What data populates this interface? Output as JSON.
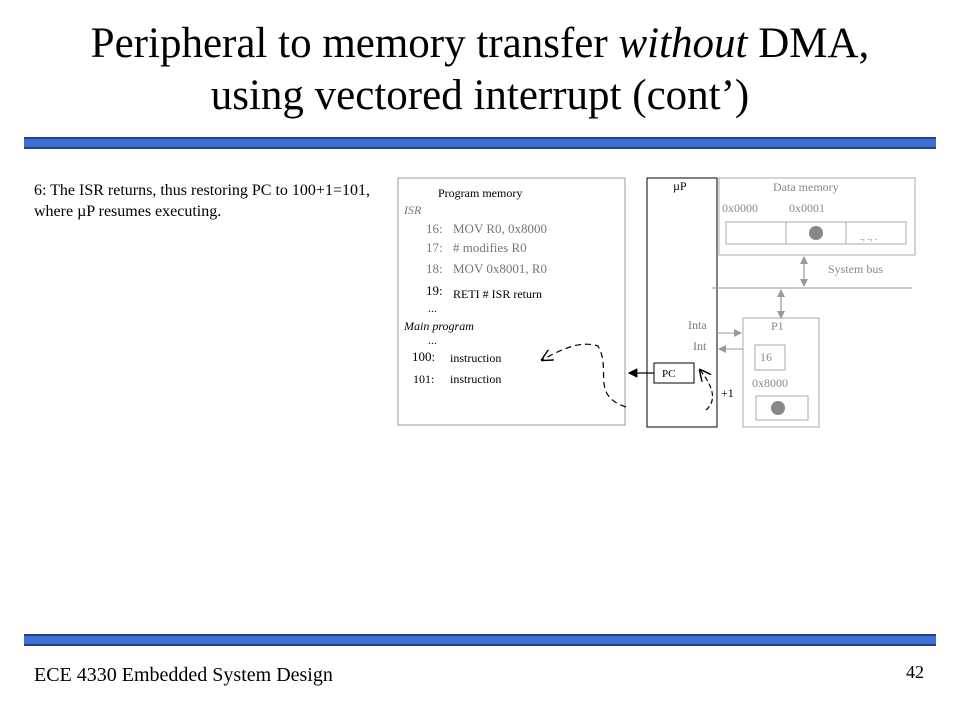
{
  "title": {
    "line1_a": "Peripheral to memory transfer ",
    "line1_em": "without",
    "line1_b": " DMA,",
    "line2": "using vectored interrupt (cont’)"
  },
  "description": "6: The ISR returns, thus restoring PC to 100+1=101, where µP resumes executing.",
  "program_memory": {
    "label": "Program memory",
    "isr_label": "ISR",
    "isr_lines": [
      {
        "addr": "16:",
        "text": "MOV R0, 0x8000"
      },
      {
        "addr": "17:",
        "text": "# modifies R0"
      },
      {
        "addr": "18:",
        "text": "MOV 0x8001, R0"
      },
      {
        "addr": "19:",
        "text": "RETI  # ISR return"
      }
    ],
    "ellipsis": "...",
    "main_label": "Main program",
    "main_lines": [
      {
        "addr": "100:",
        "text": "instruction"
      },
      {
        "addr": "101:",
        "text": "instruction"
      }
    ]
  },
  "processor": {
    "label": "µP",
    "pc_label": "PC",
    "inta_label": "Inta",
    "int_label": "Int",
    "plus_one": "+1"
  },
  "data_memory": {
    "label": "Data memory",
    "addr0": "0x0000",
    "addr1": "0x0001",
    "dots": "., ., ."
  },
  "system_bus": "System bus",
  "peripheral": {
    "label": "P1",
    "value": "16",
    "addr": "0x8000"
  },
  "colors": {
    "rule": "#3f6fcf",
    "faded": "#888888",
    "dark": "#000000"
  },
  "footer": {
    "course": "ECE 4330 Embedded System Design",
    "page": "42"
  }
}
